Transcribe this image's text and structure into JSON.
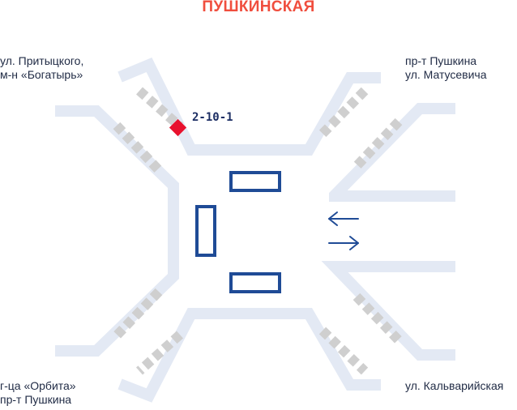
{
  "station": {
    "name": "ПУШКИНСКАЯ"
  },
  "labels": {
    "nw": [
      "ул. Притыцкого,",
      "м-н «Богатырь»"
    ],
    "ne": [
      "пр-т Пушкина",
      "ул. Матусевича"
    ],
    "sw": [
      "г-ца «Орбита»",
      "пр-т Пушкина"
    ],
    "se": [
      "ул. Кальварийская"
    ]
  },
  "exit": {
    "code": "2-10-1"
  },
  "colors": {
    "title": "#f04e3e",
    "passage": "#e3e9f4",
    "stairs": "#cfcfcf",
    "booth": "#1f4b96",
    "exit_marker": "#e8112d",
    "arrows": "#1f4b96"
  },
  "icons": {
    "exit_marker": "red-diamond",
    "direction": "left-right-arrows"
  }
}
